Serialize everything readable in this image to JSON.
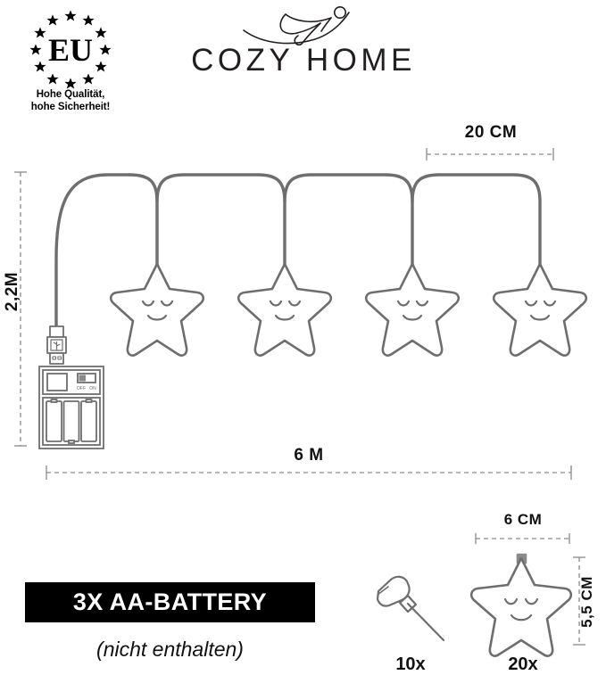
{
  "certification": {
    "badge_text": "EU",
    "star_count": 12,
    "caption_line1": "Hohe Qualität,",
    "caption_line2": "hohe Sicherheit!"
  },
  "brand": {
    "name": "COZY HOME",
    "mark": "reclining-person-line-art"
  },
  "product": {
    "type": "star-string-lights",
    "star_count_on_string": 4,
    "connector": "usb-connector",
    "battery_box": {
      "battery_count": 3,
      "switch_off_label": "OFF",
      "switch_on_label": "ON"
    }
  },
  "dimensions": {
    "star_spacing": "20 CM",
    "drop_length": "2,2M",
    "total_length": "6 M",
    "star_width": "6 CM",
    "star_height": "5,5 CM"
  },
  "battery_notice": {
    "headline": "3X AA-BATTERY",
    "subtext": "(nicht enthalten)"
  },
  "accessories": [
    {
      "icon": "hook-pin-icon",
      "count": "10x"
    },
    {
      "icon": "star-light-icon",
      "count": "20x"
    }
  ],
  "colors": {
    "cable_gray": "#6e6e6e",
    "dimension_gray": "#8a8a8a",
    "banner_black": "#000000",
    "text_black": "#111111"
  }
}
